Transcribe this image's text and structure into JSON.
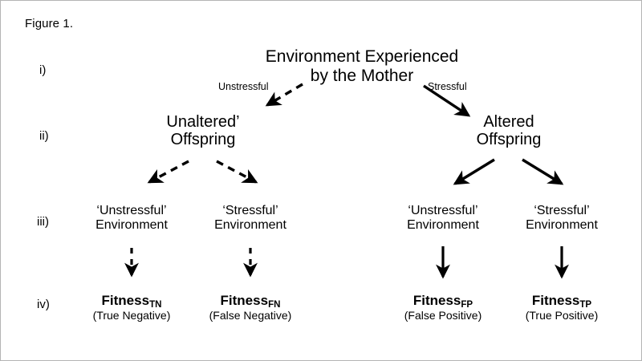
{
  "figure": {
    "caption": "Figure 1.",
    "border_color": "#b4b4b4",
    "background_color": "#ffffff",
    "ink_color": "#000000"
  },
  "row_labels": [
    {
      "id": "i",
      "text": "i)"
    },
    {
      "id": "ii",
      "text": "ii)"
    },
    {
      "id": "iii",
      "text": "iii)"
    },
    {
      "id": "iv",
      "text": "iv)"
    }
  ],
  "level_i": {
    "root": {
      "line1": "Environment Experienced",
      "line2": "by the Mother"
    }
  },
  "edge_labels": {
    "left": "Unstressful",
    "right": "Stressful"
  },
  "level_ii": {
    "left": {
      "line1": "Unaltered’",
      "line2": "Offspring"
    },
    "right": {
      "line1": "Altered",
      "line2": "Offspring"
    }
  },
  "level_iii": [
    {
      "line1": "‘Unstressful’",
      "line2": "Environment",
      "branch": "unaltered"
    },
    {
      "line1": "‘Stressful’",
      "line2": "Environment",
      "branch": "unaltered"
    },
    {
      "line1": "‘Unstressful’",
      "line2": "Environment",
      "branch": "altered"
    },
    {
      "line1": "‘Stressful’",
      "line2": "Environment",
      "branch": "altered"
    }
  ],
  "level_iv": [
    {
      "label": "Fitness",
      "subscript": "TN",
      "description": "(True Negative)"
    },
    {
      "label": "Fitness",
      "subscript": "FN",
      "description": "(False Negative)"
    },
    {
      "label": "Fitness",
      "subscript": "FP",
      "description": "(False Positive)"
    },
    {
      "label": "Fitness",
      "subscript": "TP",
      "description": "(True Positive)"
    }
  ],
  "arrows": {
    "style_unaltered": "dashed",
    "style_altered": "solid"
  }
}
